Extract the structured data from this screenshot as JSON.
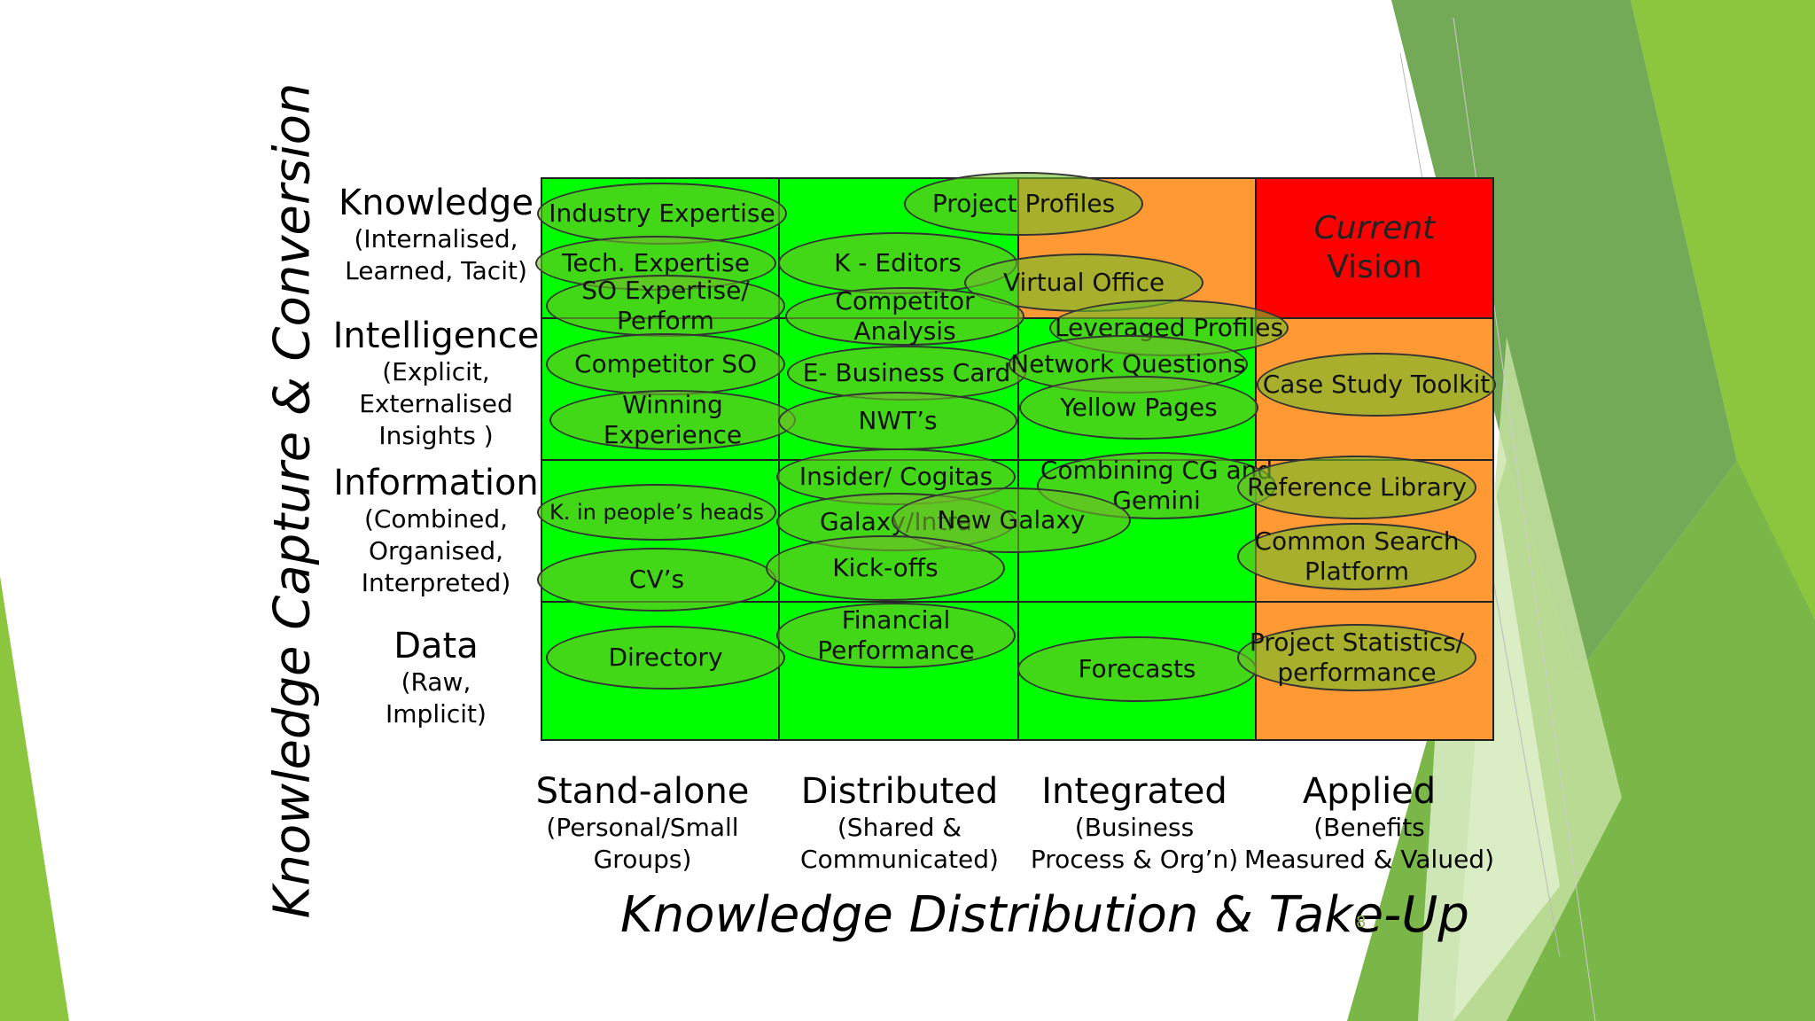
{
  "y_axis_title": "Knowledge Capture & Conversion",
  "x_axis_title": "Knowledge Distribution & Take-Up",
  "page_number": "8",
  "rows": [
    {
      "title": "Knowledge",
      "sub": "(Internalised,\nLearned, Tacit)"
    },
    {
      "title": "Intelligence",
      "sub": "(Explicit,\nExternalised\nInsights )"
    },
    {
      "title": "Information",
      "sub": "(Combined,\nOrganised,\nInterpreted)"
    },
    {
      "title": "Data",
      "sub": "(Raw,\nImplicit)"
    }
  ],
  "columns": [
    {
      "title": "Stand-alone",
      "sub": "(Personal/Small\nGroups)"
    },
    {
      "title": "Distributed",
      "sub": "(Shared &\nCommunicated)"
    },
    {
      "title": "Integrated",
      "sub": "(Business\nProcess & Org’n)"
    },
    {
      "title": "Applied",
      "sub": "(Benefits\nMeasured & Valued)"
    }
  ],
  "vision": {
    "line1": "Current",
    "line2": "Vision"
  },
  "items": {
    "industry_expertise": "Industry Expertise",
    "tech_expertise": "Tech. Expertise",
    "so_expertise": "SO Expertise/\nPerform",
    "competitor_so": "Competitor SO",
    "winning_experience": "Winning Experience",
    "k_in_heads": "K. in people’s heads",
    "cvs": "CV’s",
    "directory": "Directory",
    "project_profiles": "Project Profiles",
    "k_editors": "K - Editors",
    "virtual_office": "Virtual Office",
    "competitor_analysis": "Competitor Analysis",
    "leveraged_profiles": "Leveraged Profiles",
    "e_business_card": "E- Business Card",
    "network_questions": "Network Questions",
    "nwts": "NWT’s",
    "yellow_pages": "Yellow Pages",
    "case_study_toolkit": "Case Study Toolkit",
    "insider_cogitas": "Insider/ Cogitas",
    "combining_cg": "Combining CG and\nGemini",
    "reference_library": "Reference Library",
    "galaxy_intra": "Galaxy/Intra",
    "new_galaxy": "New Galaxy",
    "kick_offs": "Kick-offs",
    "common_search": "Common Search\nPlatform",
    "financial_performance": "Financial Performance",
    "forecasts": "Forecasts",
    "project_statistics": "Project Statistics/\nperformance"
  },
  "colors": {
    "green": "#00ff00",
    "orange": "#ff9933",
    "red": "#ff0000",
    "oval_fill": "#6ebe28",
    "deco_green": "#8cc63f"
  }
}
